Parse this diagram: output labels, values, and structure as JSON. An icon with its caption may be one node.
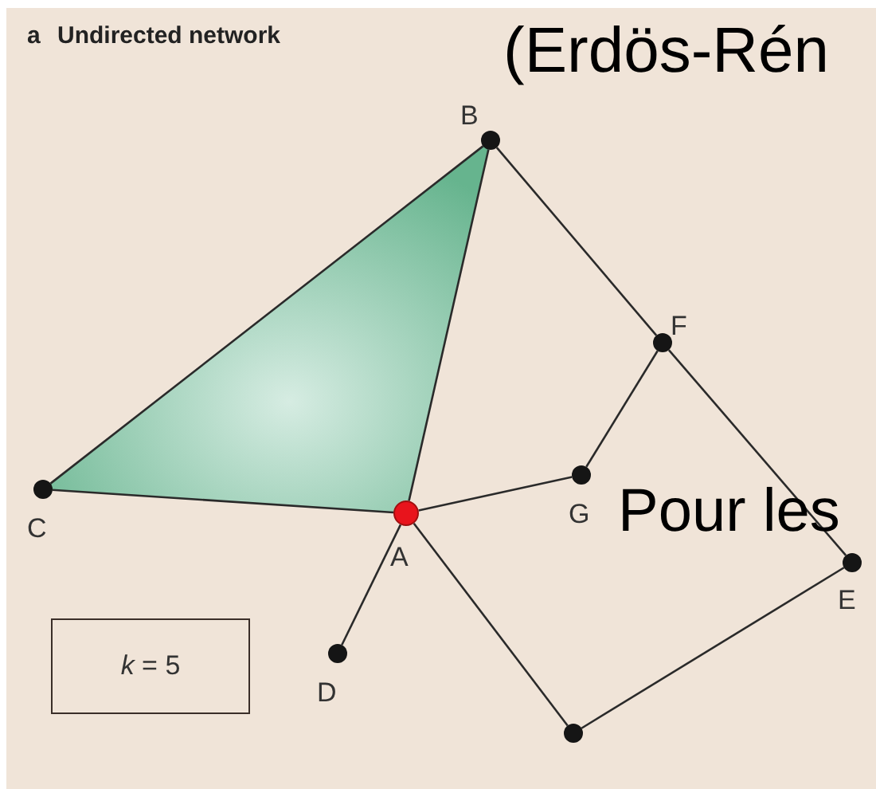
{
  "diagram": {
    "title": "Undirected network",
    "nodes": [
      {
        "text": [
          "B"
        ]
      },
      {
        "text": [
          "F"
        ]
      },
      {
        "text": [
          "C"
        ]
      },
      {
        "text": [
          "A"
        ]
      },
      {
        "text": [
          "G"
        ]
      },
      {
        "text": [
          "E"
        ]
      },
      {
        "text": [
          "*k* = 5"
        ]
      },
      {
        "text": [
          "D"
        ]
      },
      {
        "text": [],
        "shape": "circle"
      }
    ],
    "edges": [
      {
        "from": 0,
        "to": 2,
        "arrow": "none"
      },
      {
        "from": 0,
        "to": 3,
        "arrow": "none"
      },
      {
        "from": 2,
        "to": 3,
        "arrow": "none"
      },
      {
        "from": 0,
        "to": 1,
        "arrow": "none"
      },
      {
        "from": 1,
        "to": 5,
        "arrow": "none"
      },
      {
        "from": 1,
        "to": 4,
        "arrow": "none"
      },
      {
        "from": 3,
        "to": 4,
        "arrow": "none"
      },
      {
        "from": 3,
        "to": 7,
        "arrow": "none"
      },
      {
        "from": 3,
        "to": 8,
        "arrow": "none"
      },
      {
        "from": 8,
        "to": 5,
        "arrow": "none"
      }
    ],
    "labels": [
      "a",
      "(Erdös-Rén",
      "Pour les"
    ]
  }
}
